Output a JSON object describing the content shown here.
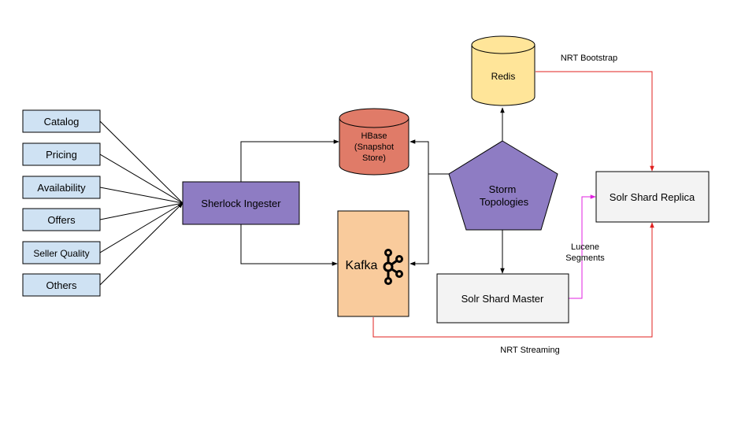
{
  "sources": [
    {
      "id": "catalog",
      "label": "Catalog"
    },
    {
      "id": "pricing",
      "label": "Pricing"
    },
    {
      "id": "availability",
      "label": "Availability"
    },
    {
      "id": "offers",
      "label": "Offers"
    },
    {
      "id": "seller-quality",
      "label": "Seller Quality"
    },
    {
      "id": "others",
      "label": "Others"
    }
  ],
  "ingester": {
    "label": "Sherlock Ingester"
  },
  "hbase": {
    "lines": [
      "HBase",
      "(Snapshot",
      "Store)"
    ]
  },
  "kafka": {
    "label": "Kafka"
  },
  "storm": {
    "lines": [
      "Storm",
      "Topologies"
    ]
  },
  "redis": {
    "label": "Redis"
  },
  "solr_master": {
    "label": "Solr Shard Master"
  },
  "solr_replica": {
    "label": "Solr Shard Replica"
  },
  "edge_labels": {
    "nrt_bootstrap": "NRT Bootstrap",
    "nrt_streaming": "NRT Streaming",
    "lucene_segments": [
      "Lucene",
      "Segments"
    ]
  },
  "colors": {
    "source_fill": "#cfe2f3",
    "purple": "#8e7cc3",
    "hbase": "#e07b68",
    "kafka": "#f9cb9c",
    "redis": "#ffe599",
    "solr": "#f3f3f3",
    "red_edge": "#e0201f",
    "magenta_edge": "#e020e0"
  }
}
